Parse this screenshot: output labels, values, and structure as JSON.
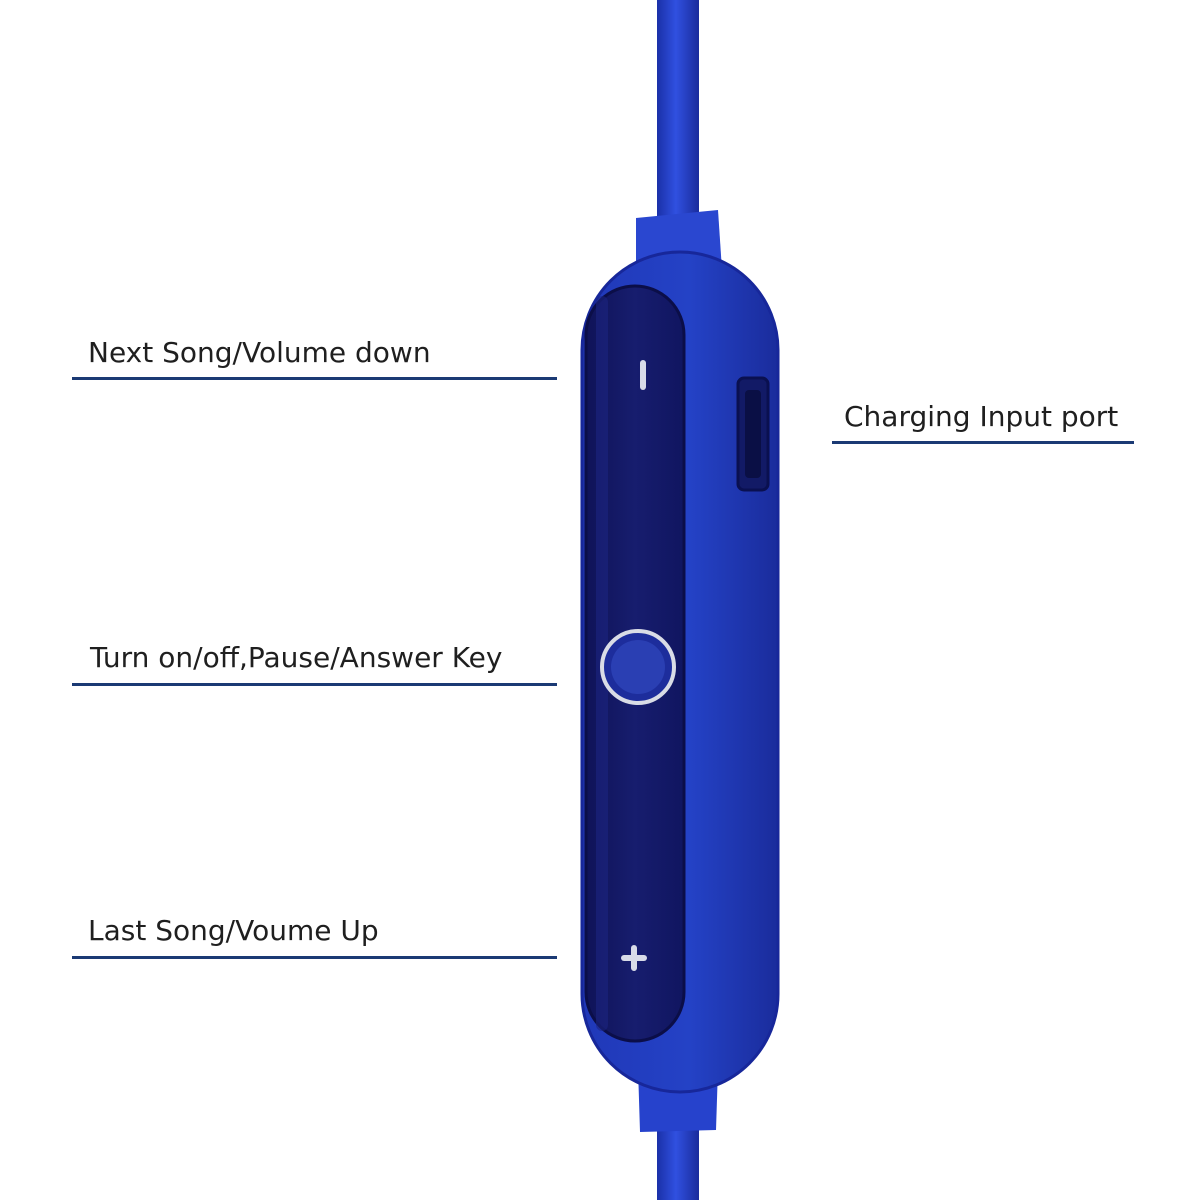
{
  "labels": {
    "next_song": "Next Song/Volume down",
    "charging_port": "Charging Input port",
    "power_pause": "Turn on/off,Pause/Answer Key",
    "last_song": "Last Song/Voume Up"
  },
  "buttons": {
    "minus_symbol": "I",
    "plus_symbol": "+"
  },
  "colors": {
    "cable": "#2440c8",
    "shell": "#1f36b8",
    "panel": "#141a66",
    "rule": "#1b3a74"
  }
}
